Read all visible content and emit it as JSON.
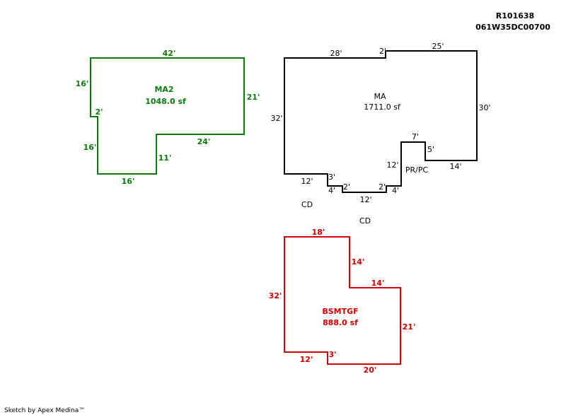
{
  "header": {
    "account": "R101638",
    "map_number": "061W35DC00700"
  },
  "footer": "Sketch by Apex Medina™",
  "colors": {
    "ma2": "#0a7a0a",
    "ma": "#000000",
    "bsmt": "#d00000"
  },
  "ma2": {
    "name": "MA2",
    "area": "1048.0 sf",
    "dims": [
      "42'",
      "16'",
      "21'",
      "2'",
      "24'",
      "16'",
      "11'",
      "16'"
    ]
  },
  "ma": {
    "name": "MA",
    "area": "1711.0 sf",
    "dims": [
      "28'",
      "2'",
      "25'",
      "32'",
      "30'",
      "7'",
      "5'",
      "12'",
      "14'",
      "12'",
      "3'",
      "4'",
      "2'",
      "12'",
      "2'",
      "4'"
    ],
    "sub_label": "PR/PC"
  },
  "cd_labels": [
    "CD",
    "CD"
  ],
  "bsmt": {
    "name": "BSMTGF",
    "area": "888.0 sf",
    "dims": [
      "18'",
      "14'",
      "14'",
      "32'",
      "21'",
      "12'",
      "3'",
      "20'"
    ]
  }
}
